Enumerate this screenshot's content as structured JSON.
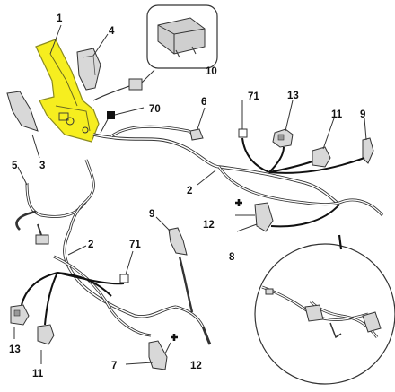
{
  "labels": {
    "l1": "1",
    "l2a": "2",
    "l2b": "2",
    "l3": "3",
    "l4": "4",
    "l5": "5",
    "l6": "6",
    "l7": "7",
    "l8": "8",
    "l9a": "9",
    "l9b": "9",
    "l10": "10",
    "l11a": "11",
    "l11b": "11",
    "l12a": "12",
    "l12b": "12",
    "l13a": "13",
    "l13b": "13",
    "l70": "70",
    "l71a": "71",
    "l71b": "71"
  },
  "colors": {
    "highlight": "#f6ee1f",
    "line": "#222222",
    "part_fill": "#d8d8d8",
    "part_stroke": "#333333"
  }
}
